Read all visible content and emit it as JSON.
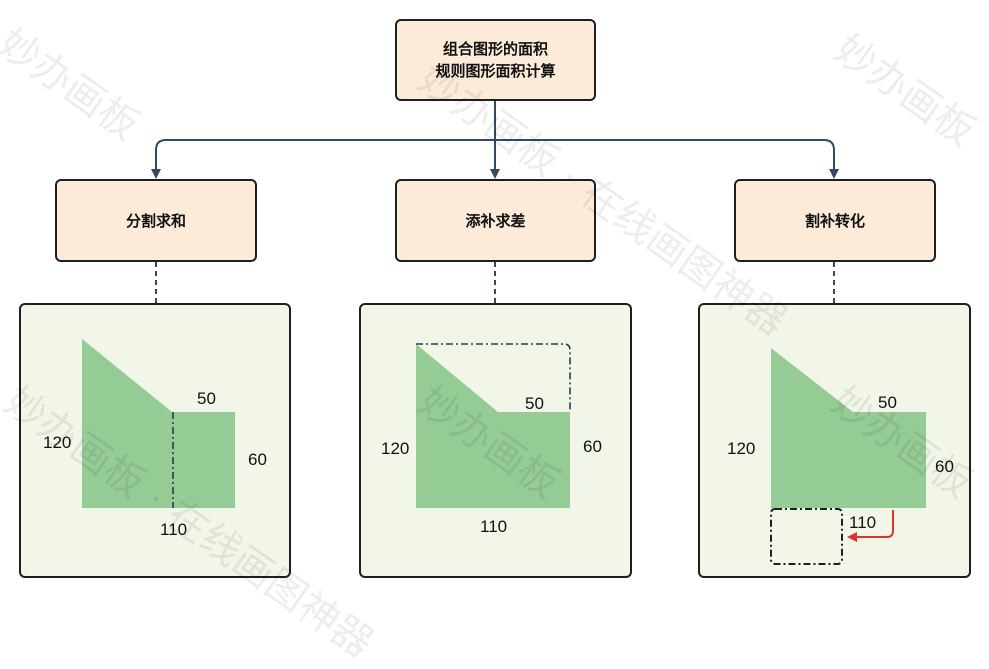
{
  "root": {
    "line1": "组合图形的面积",
    "line2": "规则图形面积计算"
  },
  "methods": [
    {
      "title": "分割求和",
      "labels": {
        "top": "50",
        "left": "120",
        "right": "60",
        "bottom": "110"
      }
    },
    {
      "title": "添补求差",
      "labels": {
        "top": "50",
        "left": "120",
        "right": "60",
        "bottom": "110"
      }
    },
    {
      "title": "割补转化",
      "labels": {
        "top": "50",
        "left": "120",
        "right": "60",
        "bottom": "110"
      }
    }
  ],
  "watermark": {
    "brand": "妙办画板",
    "tagline": "妙办画板 · 在线画图神器"
  },
  "colors": {
    "box_fill": "#fdebd9",
    "panel_fill": "#f2f6e8",
    "shape_fill": "#95cb95",
    "connector": "#344a63",
    "arrow": "#e03131"
  }
}
